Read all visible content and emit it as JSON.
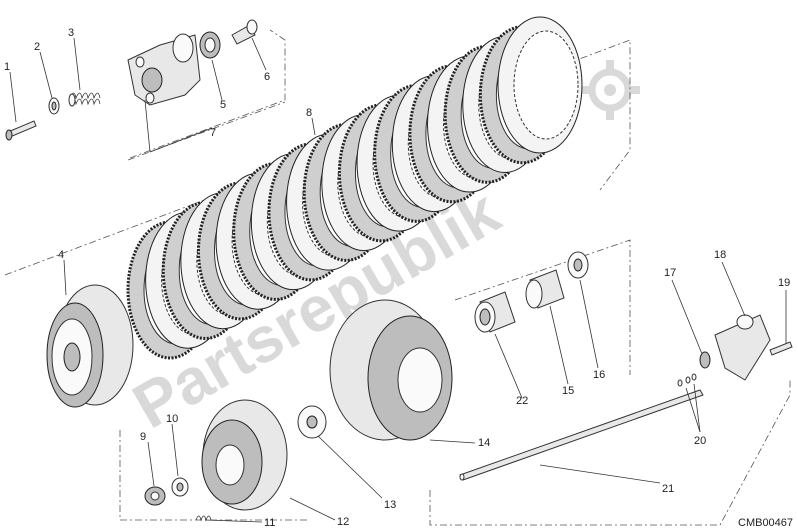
{
  "watermark": "Partsrepublik",
  "diagram_code": "CMB00467",
  "callouts": {
    "c1": "1",
    "c2": "2",
    "c3": "3",
    "c4": "4",
    "c5": "5",
    "c6": "6",
    "c7": "7",
    "c8": "8",
    "c9": "9",
    "c10": "10",
    "c11": "11",
    "c12": "12",
    "c13": "13",
    "c14": "14",
    "c15": "15",
    "c16": "16",
    "c17": "17",
    "c18": "18",
    "c19": "19",
    "c20": "20",
    "c21": "21",
    "c22": "22"
  }
}
